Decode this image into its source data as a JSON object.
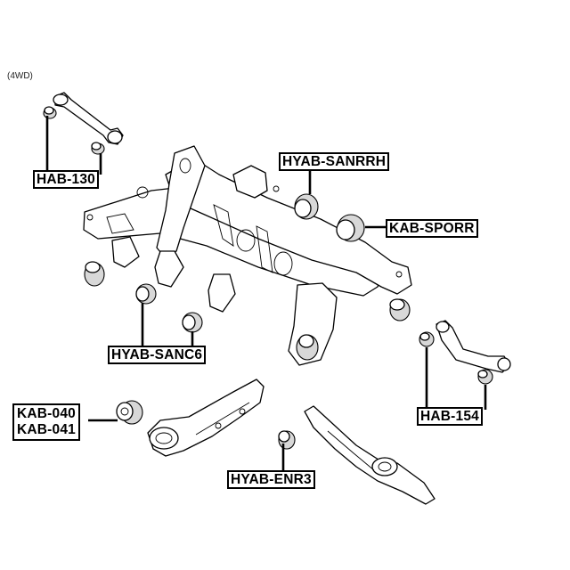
{
  "diagram": {
    "note": "(4WD)",
    "parts": {
      "hab130": "HAB-130",
      "hyab_sanrrh": "HYAB-SANRRH",
      "kab_sporr": "KAB-SPORR",
      "hyab_sanc6": "HYAB-SANC6",
      "hab154": "HAB-154",
      "kab040": "KAB-040",
      "kab041": "KAB-041",
      "hyab_enr3": "HYAB-ENR3"
    },
    "colors": {
      "line": "#000000",
      "fill": "#ffffff",
      "shade": "#d8d8d8"
    }
  }
}
